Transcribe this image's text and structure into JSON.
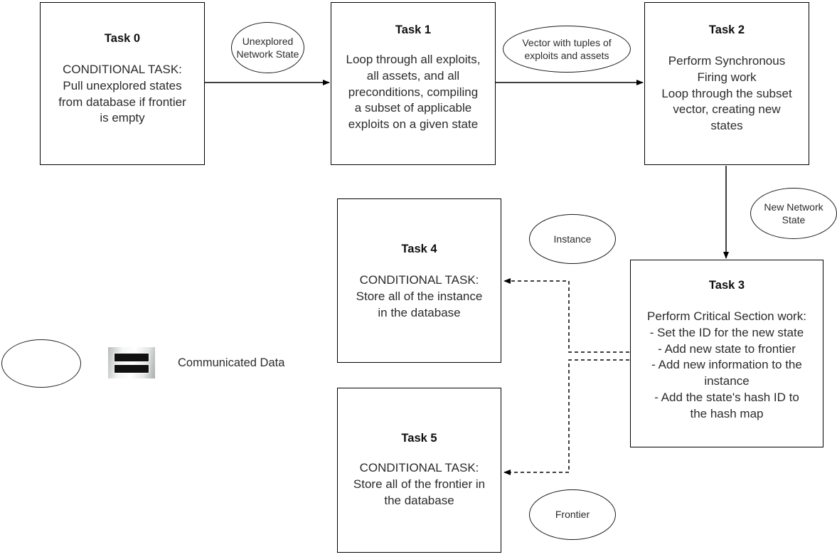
{
  "diagram": {
    "title": "Task pipeline flow diagram",
    "stroke_color": "#000000",
    "text_color": "#2b2b2b",
    "background": "#ffffff"
  },
  "tasks": [
    {
      "id": "task0",
      "title": "Task 0",
      "body": "CONDITIONAL TASK:\nPull unexplored states\nfrom database if frontier\nis empty"
    },
    {
      "id": "task1",
      "title": "Task 1",
      "body": "Loop through all exploits,\nall assets, and all\npreconditions, compiling\na subset of applicable\nexploits on a given state"
    },
    {
      "id": "task2",
      "title": "Task 2",
      "body": "Perform Synchronous\nFiring work\nLoop through the subset\nvector, creating new\nstates"
    },
    {
      "id": "task3",
      "title": "Task 3",
      "body": "Perform Critical Section work:\n- Set the ID for the new state\n- Add new state to frontier\n- Add new information to the\ninstance\n- Add the state's hash ID to\nthe hash map"
    },
    {
      "id": "task4",
      "title": "Task 4",
      "body": "CONDITIONAL TASK:\nStore all of the instance\nin the database"
    },
    {
      "id": "task5",
      "title": "Task 5",
      "body": "CONDITIONAL TASK:\nStore all of the frontier in\nthe database"
    }
  ],
  "data_labels": [
    {
      "id": "unexplored",
      "text": "Unexplored\nNetwork State"
    },
    {
      "id": "vector",
      "text": "Vector with tuples of\nexploits and assets"
    },
    {
      "id": "new_network",
      "text": "New Network\nState"
    },
    {
      "id": "instance",
      "text": "Instance"
    },
    {
      "id": "frontier",
      "text": "Frontier"
    }
  ],
  "legend": {
    "label": "Communicated Data",
    "shape_name": "ellipse",
    "icon_name": "equals-icon"
  },
  "edges": [
    {
      "from": "task0",
      "to": "task1",
      "style": "solid",
      "label": "Unexplored Network State"
    },
    {
      "from": "task1",
      "to": "task2",
      "style": "solid",
      "label": "Vector with tuples of exploits and assets"
    },
    {
      "from": "task2",
      "to": "task3",
      "style": "solid",
      "label": "New Network State"
    },
    {
      "from": "task3",
      "to": "task4",
      "style": "dashed",
      "label": "Instance"
    },
    {
      "from": "task3",
      "to": "task5",
      "style": "dashed",
      "label": "Frontier"
    }
  ]
}
